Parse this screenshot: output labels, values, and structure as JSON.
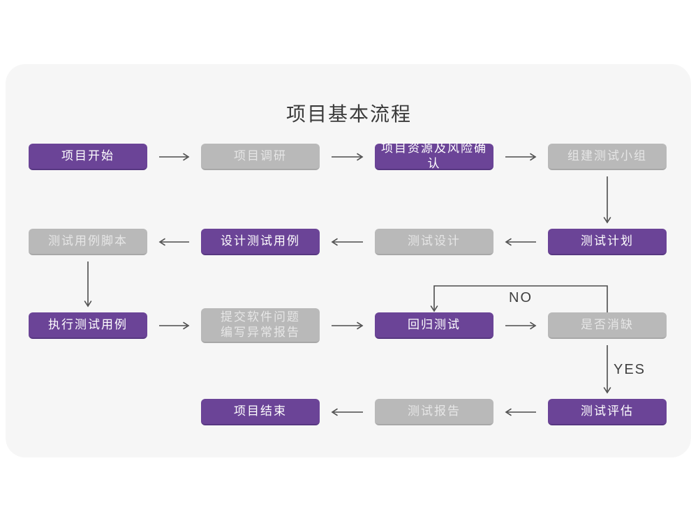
{
  "title": "项目基本流程",
  "colors": {
    "purple": "#6b4497",
    "gray": "#b9b9b9",
    "card": "#f6f6f6",
    "arrow": "#4c4c4c"
  },
  "nodes": [
    {
      "id": "start",
      "label": "项目开始",
      "type": "purple",
      "col": 0,
      "row": 0
    },
    {
      "id": "research",
      "label": "项目调研",
      "type": "gray",
      "col": 1,
      "row": 0
    },
    {
      "id": "risk",
      "label": "项目资源及风险确认",
      "type": "purple",
      "col": 2,
      "row": 0
    },
    {
      "id": "team",
      "label": "组建测试小组",
      "type": "gray",
      "col": 3,
      "row": 0
    },
    {
      "id": "script",
      "label": "测试用例脚本",
      "type": "gray",
      "col": 0,
      "row": 1
    },
    {
      "id": "design-case",
      "label": "设计测试用例",
      "type": "purple",
      "col": 1,
      "row": 1
    },
    {
      "id": "test-design",
      "label": "测试设计",
      "type": "gray",
      "col": 2,
      "row": 1
    },
    {
      "id": "plan",
      "label": "测试计划",
      "type": "purple",
      "col": 3,
      "row": 1
    },
    {
      "id": "execute",
      "label": "执行测试用例",
      "type": "purple",
      "col": 0,
      "row": 2
    },
    {
      "id": "submit",
      "label": "提交软件问题\n编写异常报告",
      "type": "gray",
      "col": 1,
      "row": 2
    },
    {
      "id": "regression",
      "label": "回归测试",
      "type": "purple",
      "col": 2,
      "row": 2
    },
    {
      "id": "defect",
      "label": "是否消缺",
      "type": "gray",
      "col": 3,
      "row": 2
    },
    {
      "id": "end",
      "label": "项目结束",
      "type": "purple",
      "col": 1,
      "row": 3
    },
    {
      "id": "report",
      "label": "测试报告",
      "type": "gray",
      "col": 2,
      "row": 3
    },
    {
      "id": "evaluate",
      "label": "测试评估",
      "type": "purple",
      "col": 3,
      "row": 3
    }
  ],
  "edges": [
    {
      "from": "start",
      "to": "research"
    },
    {
      "from": "research",
      "to": "risk"
    },
    {
      "from": "risk",
      "to": "team"
    },
    {
      "from": "team",
      "to": "plan"
    },
    {
      "from": "plan",
      "to": "test-design"
    },
    {
      "from": "test-design",
      "to": "design-case"
    },
    {
      "from": "design-case",
      "to": "script"
    },
    {
      "from": "script",
      "to": "execute"
    },
    {
      "from": "execute",
      "to": "submit"
    },
    {
      "from": "submit",
      "to": "regression"
    },
    {
      "from": "regression",
      "to": "defect"
    },
    {
      "from": "defect",
      "to": "regression",
      "label": "NO",
      "route": "loop-top"
    },
    {
      "from": "defect",
      "to": "evaluate",
      "label": "YES"
    },
    {
      "from": "evaluate",
      "to": "report"
    },
    {
      "from": "report",
      "to": "end"
    }
  ]
}
